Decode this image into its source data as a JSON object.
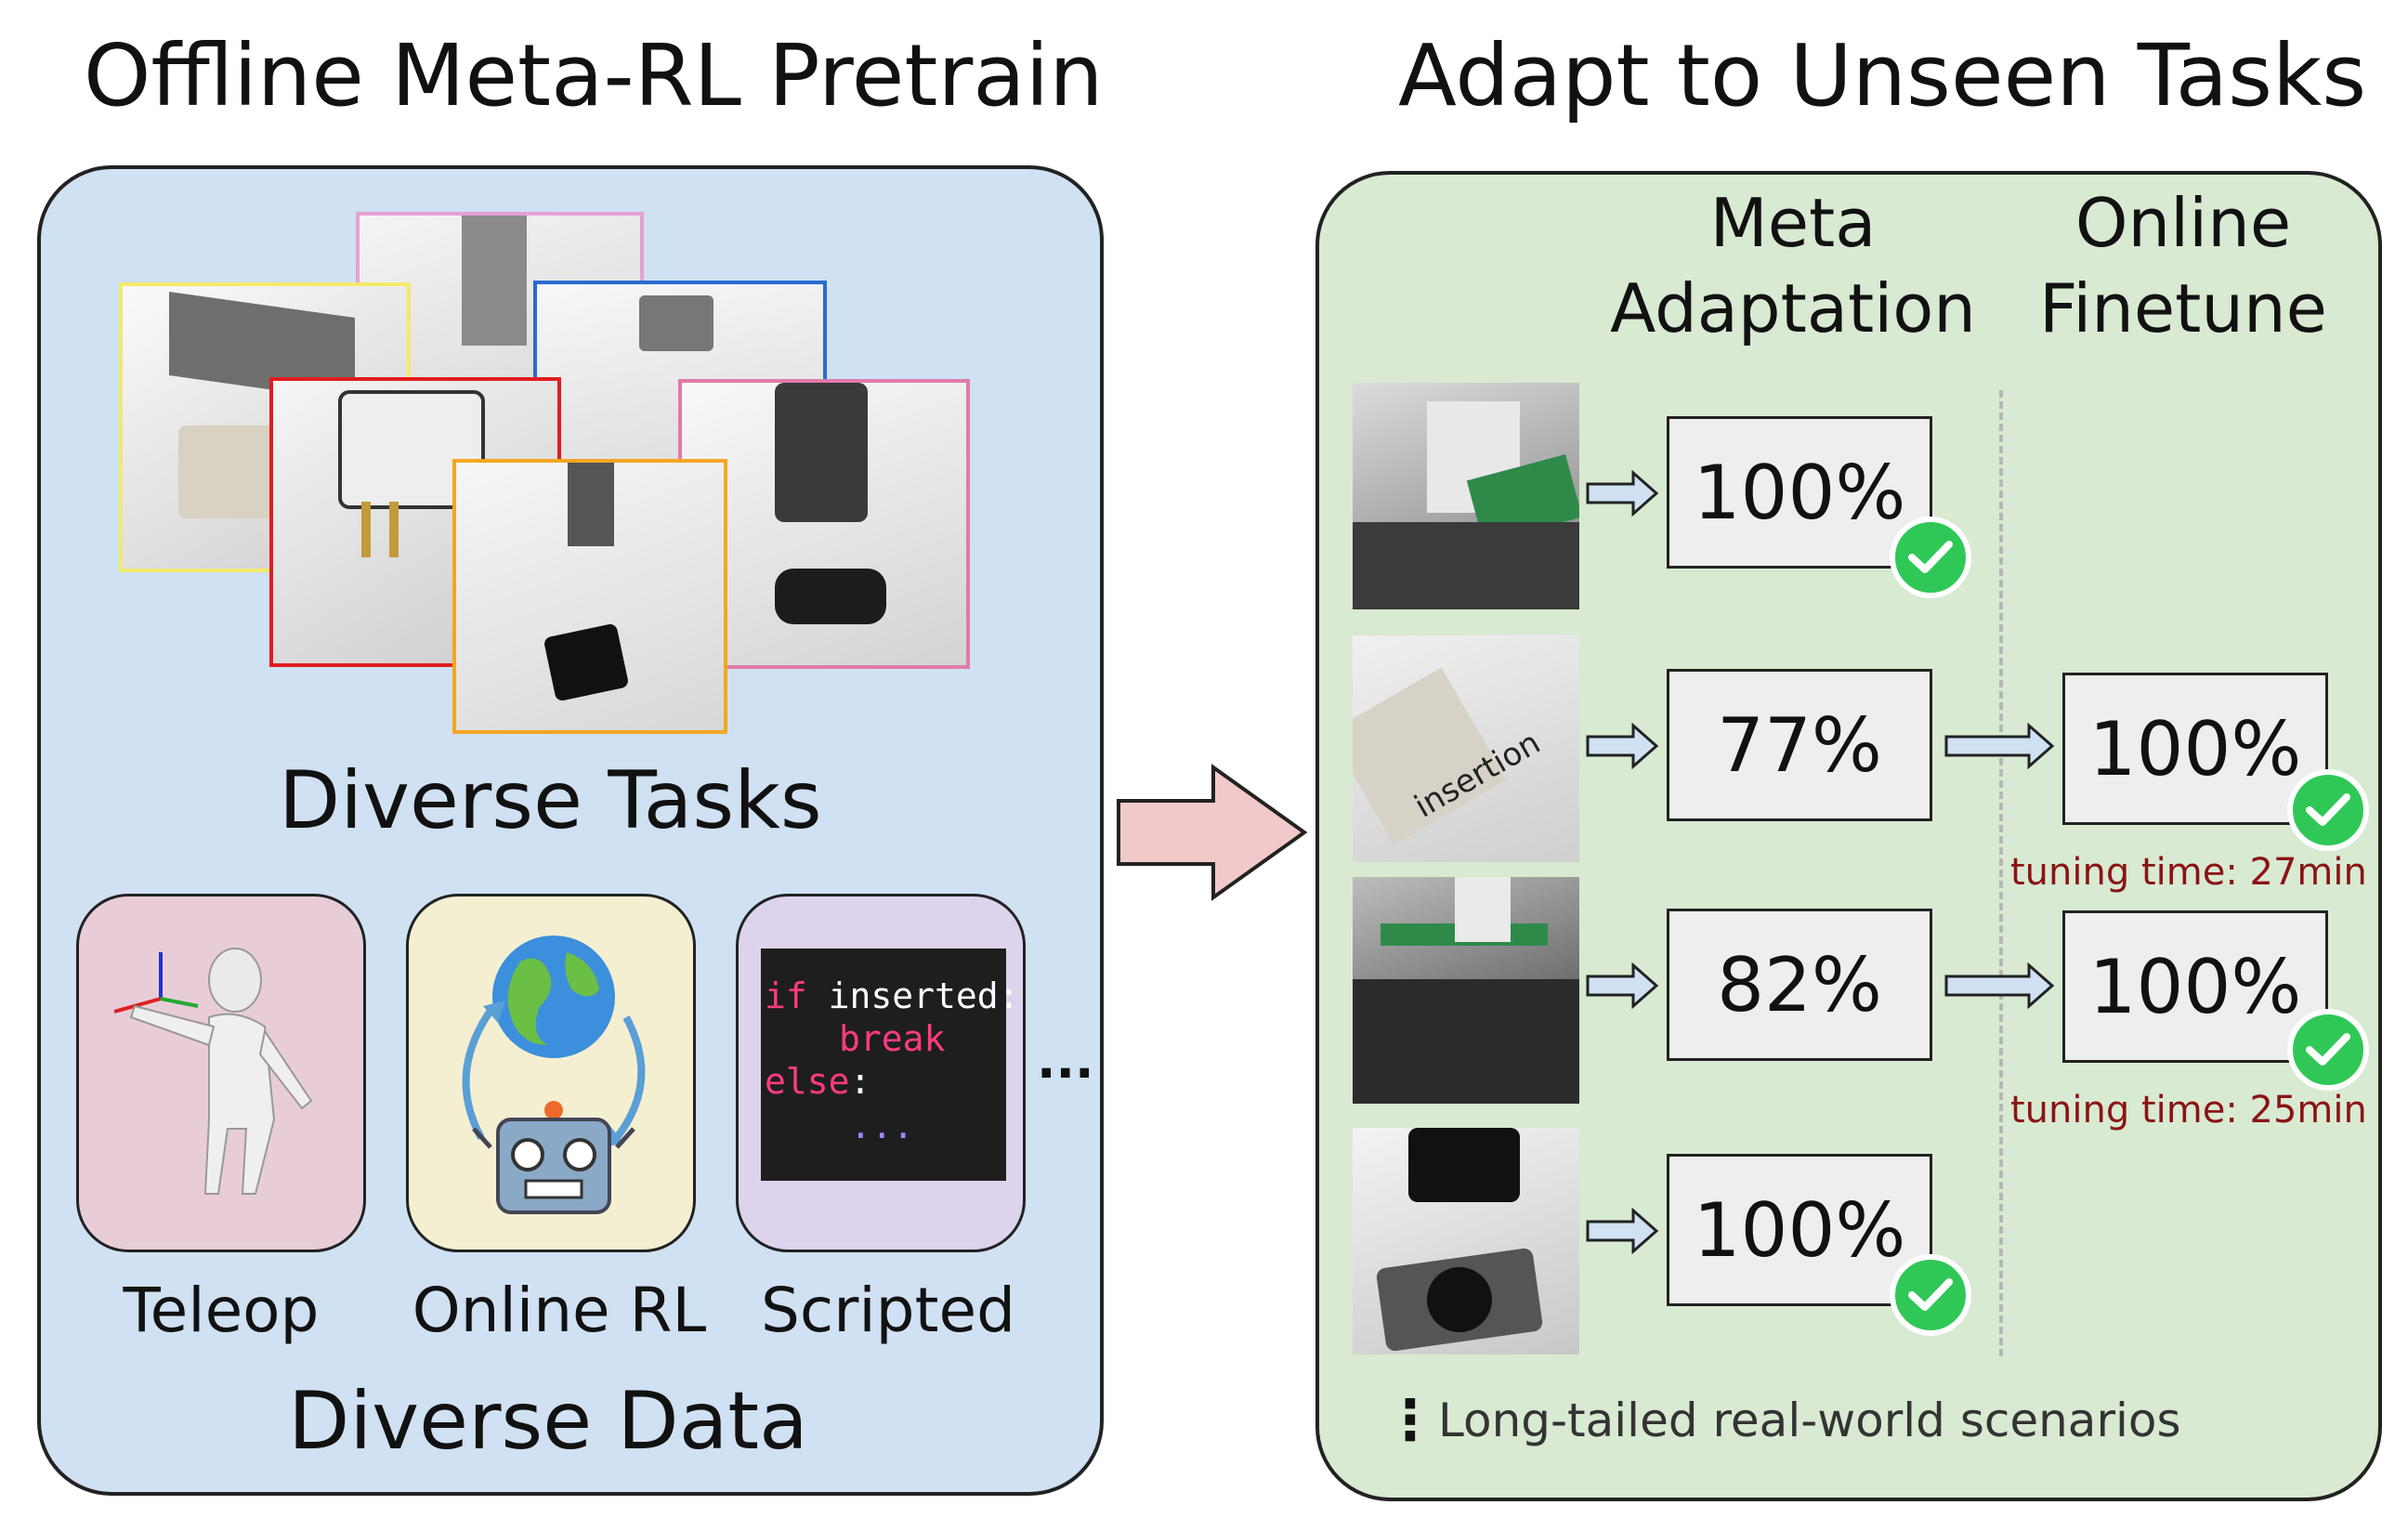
{
  "left": {
    "title": "Offline Meta-RL Pretrain",
    "tasks_label": "Diverse Tasks",
    "data_label": "Diverse Data",
    "sources": [
      {
        "label": "Teleop",
        "color": "#e8cdd9"
      },
      {
        "label": "Online RL",
        "color": "#f5efd2"
      },
      {
        "label": "Scripted",
        "color": "#ddd3ec"
      }
    ],
    "more": "...",
    "code": {
      "kw_if": "if",
      "line1_rest": " inserted:",
      "kw_break": "break",
      "kw_else": "else",
      "colon": ":",
      "dots": "..."
    },
    "panel_color": "#cfe1f2"
  },
  "right": {
    "title": "Adapt to Unseen Tasks",
    "col_meta": [
      "Meta",
      "Adaptation"
    ],
    "col_online": [
      "Online",
      "Finetune"
    ],
    "rows": [
      {
        "meta": "100%",
        "meta_success": true
      },
      {
        "meta": "77%",
        "online": "100%",
        "tuning": "tuning time: 27min"
      },
      {
        "meta": "82%",
        "online": "100%",
        "tuning": "tuning time: 25min"
      },
      {
        "meta": "100%",
        "meta_success": true
      }
    ],
    "footer_dots": "⋮",
    "footer": "Long-tailed real-world scenarios",
    "panel_color": "#d8ead2"
  },
  "colors": {
    "check": "#2fc857",
    "tuning": "#8b1414",
    "big_arrow": "#f2c9c9"
  },
  "icons": [
    "teleop-figure-icon",
    "earth-icon",
    "robot-icon",
    "cycle-arrow-icon",
    "check-icon",
    "arrow-right-icon"
  ]
}
